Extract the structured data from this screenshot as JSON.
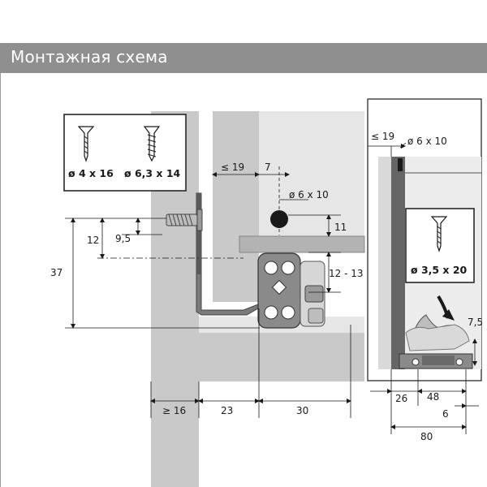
{
  "header": {
    "title": "Монтажная схема"
  },
  "screws": {
    "screw_a": "ø 4 x 16",
    "screw_b": "ø 6,3 x 14",
    "screw_c": "ø 3,5 x 20"
  },
  "dimensions": {
    "d_le19_left": "≤ 19",
    "d_7": "7",
    "d_hole_6x10": "ø 6 x 10",
    "d_11": "11",
    "d_12_13": "12 - 13",
    "d_12": "12",
    "d_9_5": "9,5",
    "d_37": "37",
    "d_ge16": "≥ 16",
    "d_23": "23",
    "d_30": "30",
    "d_le19_right": "≤ 19",
    "d_6x10_right": "ø 6 x 10",
    "d_7_5": "7,5",
    "d_26": "26",
    "d_48": "48",
    "d_6": "6",
    "d_80": "80"
  },
  "colors": {
    "header_bg": "#8f8f8f",
    "panel_gray": "#c9c9c9",
    "panel_light": "#e3e3e3",
    "rail_dark": "#555555"
  }
}
